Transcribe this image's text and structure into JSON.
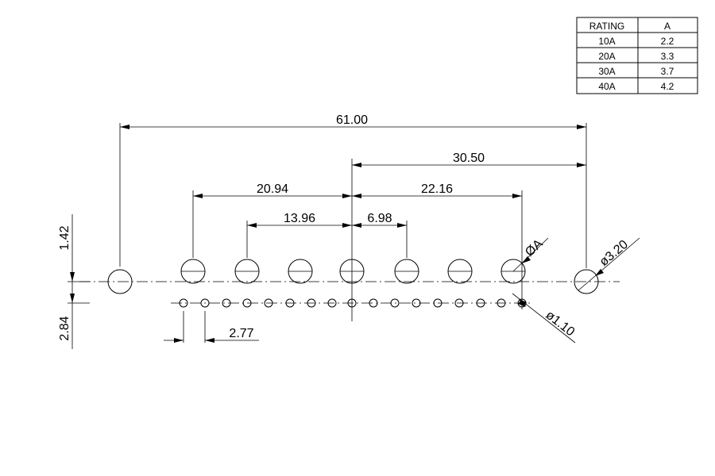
{
  "rating_table": {
    "header": [
      "RATING",
      "A"
    ],
    "rows": [
      [
        "10A",
        "2.2"
      ],
      [
        "20A",
        "3.3"
      ],
      [
        "30A",
        "3.7"
      ],
      [
        "40A",
        "4.2"
      ]
    ]
  },
  "dimensions": {
    "overall_length": "61.00",
    "half_length": "30.50",
    "left_span": "20.94",
    "right_span": "22.16",
    "inner_left_span": "13.96",
    "inner_right_span": "6.98",
    "small_pitch": "2.77",
    "vertical_offset": "1.42",
    "vertical_total": "2.84",
    "large_hole_dia": "ø3.20",
    "variable_hole_dia": "ØA",
    "small_hole_dia": "ø1.10"
  }
}
